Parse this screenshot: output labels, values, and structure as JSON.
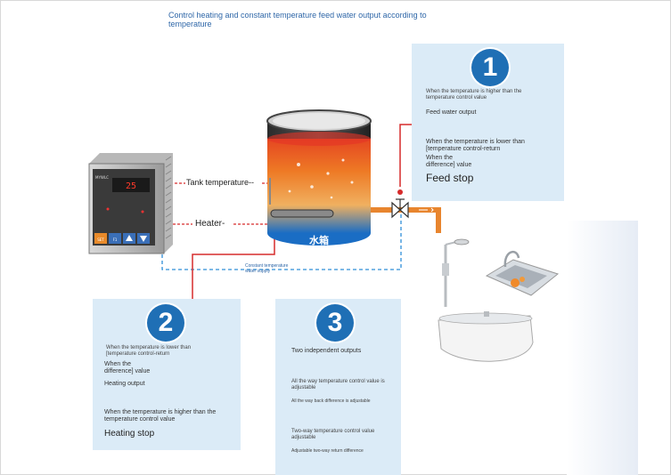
{
  "title": "Control heating and constant temperature feed water output according to temperature",
  "tank_label": "水箱",
  "labels": {
    "tank_temperature": "Tank temperature--",
    "heater": "Heater-",
    "supply": "Constant temperature water supply"
  },
  "controller": {
    "brand": "MYWLC",
    "display": "25",
    "keys": [
      "SET",
      "F1"
    ]
  },
  "panel1": {
    "number": "1",
    "line1": "When the temperature is higher than the temperature control value",
    "line2": "Feed water output",
    "line3": "When the temperature is lower than [temperature control-return",
    "line4": "When the difference] value",
    "line5": "Feed stop"
  },
  "panel2": {
    "number": "2",
    "line1": "When the temperature is lower than [temperature control-return",
    "line2": "When the difference] value",
    "line3": "Heating output",
    "line4": "When the temperature is higher than the temperature control value",
    "line5": "Heating stop"
  },
  "panel3": {
    "number": "3",
    "line1": "Two independent outputs",
    "line2": "All the way temperature control value is adjustable",
    "line3": "All the way back difference is adjustable",
    "line4": "Two-way temperature control value adjustable",
    "line5": "Adjustable two-way return difference"
  },
  "colors": {
    "accent": "#1f6fb5",
    "panel": "#dbebf7",
    "wire_red": "#d62b2b",
    "pipe_orange": "#e8852e",
    "wire_blue": "#2f8fd8"
  }
}
